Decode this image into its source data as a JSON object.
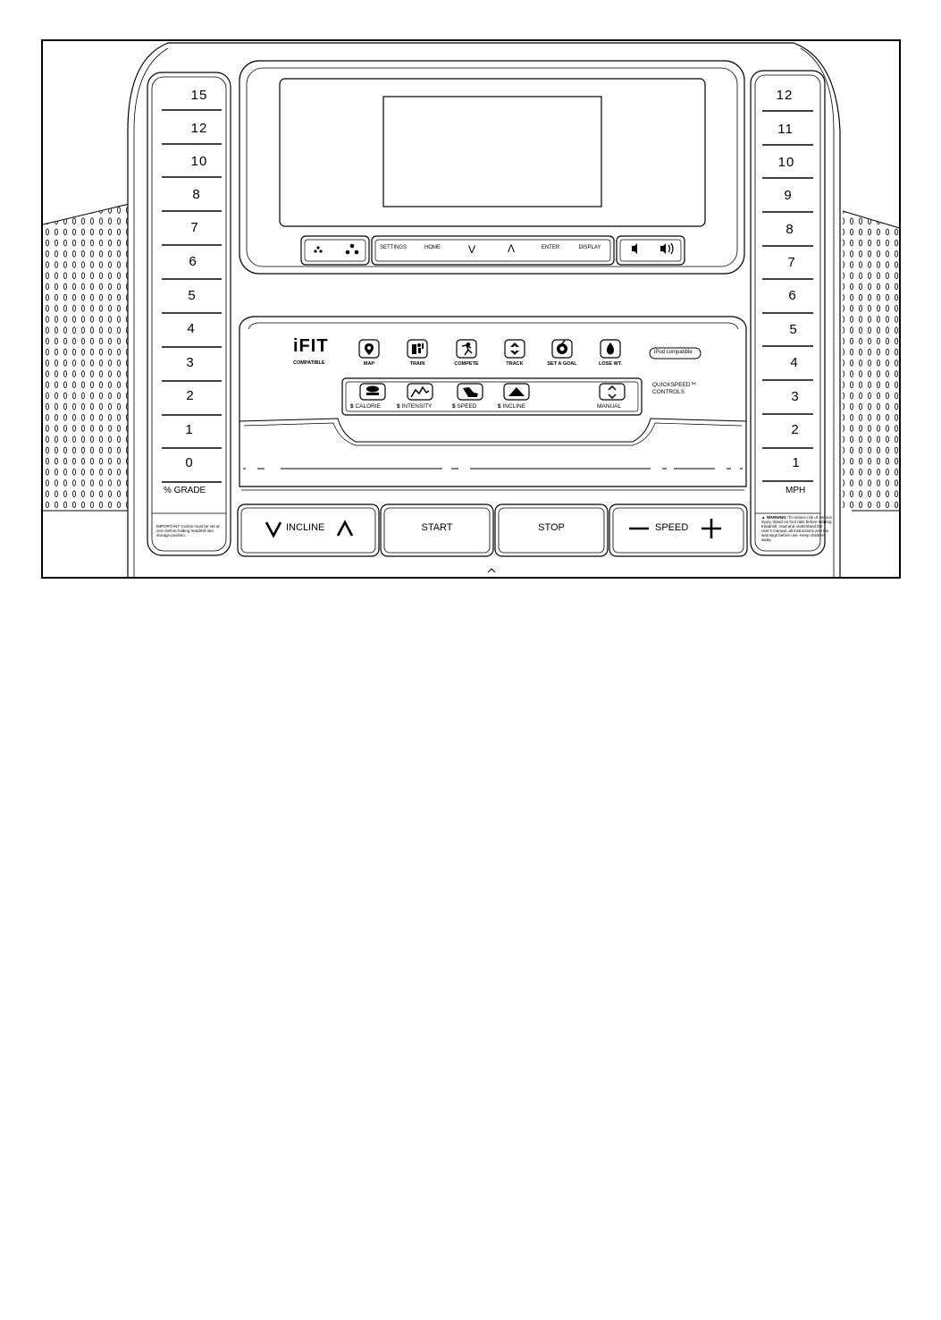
{
  "incline_scale": {
    "values": [
      "15",
      "12",
      "10",
      "8",
      "7",
      "6",
      "5",
      "4",
      "3",
      "2",
      "1",
      "0"
    ],
    "unit_label": "% GRADE",
    "note": "IMPORTANT: Incline must be set at zero before folding treadmill into storage position."
  },
  "speed_scale": {
    "values": [
      "12",
      "11",
      "10",
      "9",
      "8",
      "7",
      "6",
      "5",
      "4",
      "3",
      "2",
      "1"
    ],
    "unit_label": "MPH",
    "warning_title": "WARNING:",
    "warning_text": "To reduce risk of serious injury, stand on foot rails before starting treadmill, read and understand the user's manual, all instructions and the warnings before use. Keep children away."
  },
  "display_row": {
    "settings": "SETTINGS",
    "home": "HOME",
    "down": "V",
    "up": "Λ",
    "enter": "ENTER",
    "display": "DISPLAY"
  },
  "ifit": {
    "logo": "iFIT",
    "compatible": "COMPATIBLE",
    "buttons": [
      "MAP",
      "TRAIN",
      "COMPETE",
      "TRACK",
      "SET A GOAL",
      "LOSE WT."
    ],
    "ipod_badge": "iPod compatible"
  },
  "workouts": {
    "buttons": [
      "CALORIE",
      "INTENSITY",
      "SPEED",
      "INCLINE"
    ],
    "manual": "MANUAL",
    "quickspeed_line1": "QUICKSPEED™",
    "quickspeed_line2": "CONTROLS"
  },
  "bottom_buttons": {
    "incline": "INCLINE",
    "start": "START",
    "stop": "STOP",
    "speed": "SPEED"
  }
}
